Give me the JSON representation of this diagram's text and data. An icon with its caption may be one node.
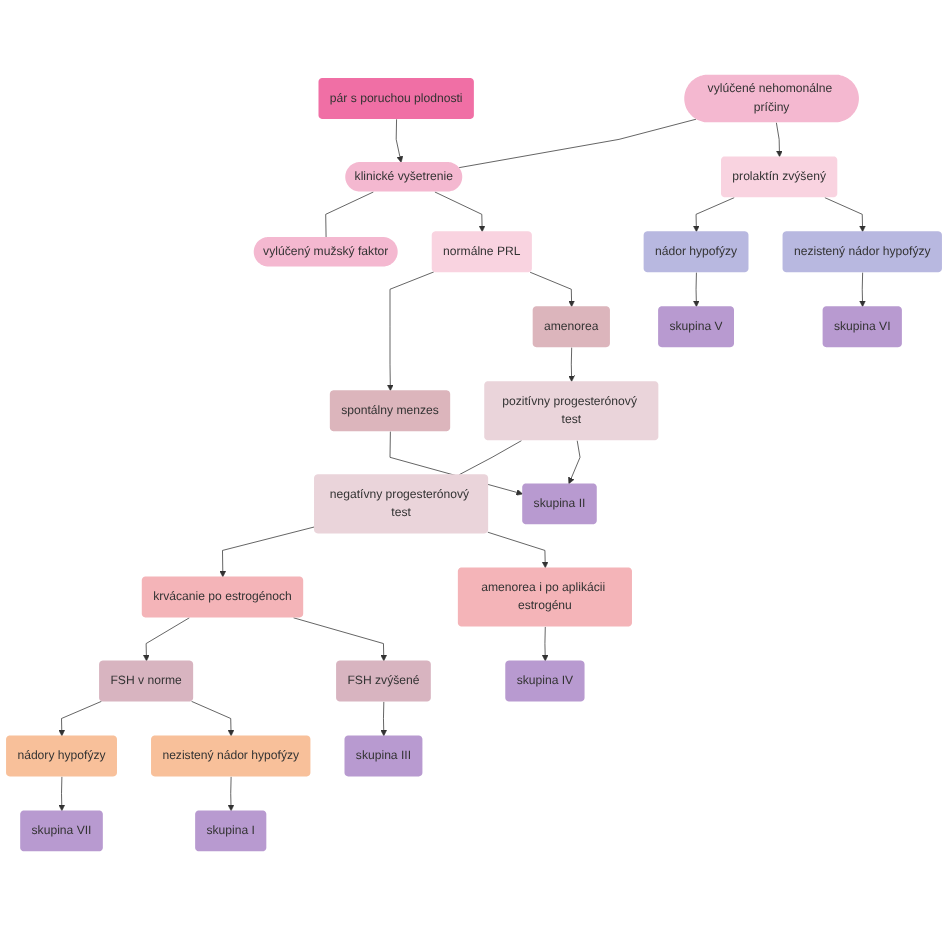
{
  "diagram": {
    "nodes": [
      {
        "text": [
          "pár s poruchou plodnosti"
        ]
      },
      {
        "text": [
          "vylúčené nehomonálne príčiny"
        ]
      },
      {
        "text": [
          "klinické vyšetrenie"
        ]
      },
      {
        "text": [
          "vylúčený mužský faktor"
        ]
      },
      {
        "text": [
          "prolaktín zvýšený"
        ]
      },
      {
        "text": [
          "normálne PRL"
        ]
      },
      {
        "text": [
          "nádor hypofýzy"
        ]
      },
      {
        "text": [
          "nezistený nádor hypofýzy"
        ]
      },
      {
        "text": [
          "spontálny menzes"
        ]
      },
      {
        "text": [
          "amenorea"
        ]
      },
      {
        "text": [
          "skupina V"
        ]
      },
      {
        "text": [
          "skupina VI"
        ]
      },
      {
        "text": [
          "pozitívny progesterónový test"
        ]
      },
      {
        "text": [
          "negatívny progesterónový test"
        ]
      },
      {
        "text": [
          "skupina II"
        ]
      },
      {
        "text": [
          "krvácanie po estrogénoch"
        ]
      },
      {
        "text": [
          "amenorea i po aplikácii estrogénu"
        ]
      },
      {
        "text": [
          "FSH v norme"
        ]
      },
      {
        "text": [
          "FSH zvýšené"
        ]
      },
      {
        "text": [
          "nádory hypofýzy"
        ]
      },
      {
        "text": [
          "nezistený nádor hypofýzy"
        ]
      },
      {
        "text": [
          "skupina VII"
        ]
      },
      {
        "text": [
          "skupina I"
        ]
      },
      {
        "text": [
          "skupina III"
        ]
      },
      {
        "text": [
          "skupina IV"
        ]
      }
    ],
    "edges": [
      {
        "from": 0,
        "to": 2,
        "arrow": "to"
      },
      {
        "from": 1,
        "to": 2,
        "arrow": "none"
      },
      {
        "from": 2,
        "to": 3,
        "arrow": "none"
      },
      {
        "from": 1,
        "to": 4,
        "arrow": "to"
      },
      {
        "from": 2,
        "to": 5,
        "arrow": "to"
      },
      {
        "from": 4,
        "to": 6,
        "arrow": "to"
      },
      {
        "from": 4,
        "to": 7,
        "arrow": "to"
      },
      {
        "from": 5,
        "to": 8,
        "arrow": "to"
      },
      {
        "from": 5,
        "to": 9,
        "arrow": "to"
      },
      {
        "from": 6,
        "to": 10,
        "arrow": "to"
      },
      {
        "from": 7,
        "to": 11,
        "arrow": "to"
      },
      {
        "from": 9,
        "to": 12,
        "arrow": "to"
      },
      {
        "from": 12,
        "to": 13,
        "arrow": "none"
      },
      {
        "from": 8,
        "to": 14,
        "arrow": "to"
      },
      {
        "from": 12,
        "to": 14,
        "arrow": "to"
      },
      {
        "from": 13,
        "to": 15,
        "arrow": "to"
      },
      {
        "from": 13,
        "to": 16,
        "arrow": "to"
      },
      {
        "from": 15,
        "to": 17,
        "arrow": "to"
      },
      {
        "from": 15,
        "to": 18,
        "arrow": "to"
      },
      {
        "from": 16,
        "to": 24,
        "arrow": "to"
      },
      {
        "from": 17,
        "to": 19,
        "arrow": "to"
      },
      {
        "from": 17,
        "to": 20,
        "arrow": "to"
      },
      {
        "from": 18,
        "to": 23,
        "arrow": "to"
      },
      {
        "from": 19,
        "to": 21,
        "arrow": "to"
      },
      {
        "from": 20,
        "to": 22,
        "arrow": "to"
      }
    ]
  }
}
